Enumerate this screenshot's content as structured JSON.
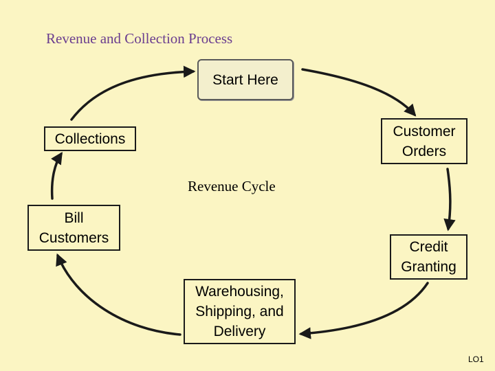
{
  "title": "Revenue and Collection Process",
  "center_label": "Revenue Cycle",
  "nodes": {
    "start": "Start Here",
    "customer_orders": "Customer\nOrders",
    "credit_granting": "Credit\nGranting",
    "warehousing": "Warehousing,\nShipping, and\nDelivery",
    "bill_customers": "Bill\nCustomers",
    "collections": "Collections"
  },
  "footer": "LO1",
  "colors": {
    "background": "#fbf5c3",
    "title": "#6a3d8f",
    "arrow": "#1a1a1a"
  }
}
